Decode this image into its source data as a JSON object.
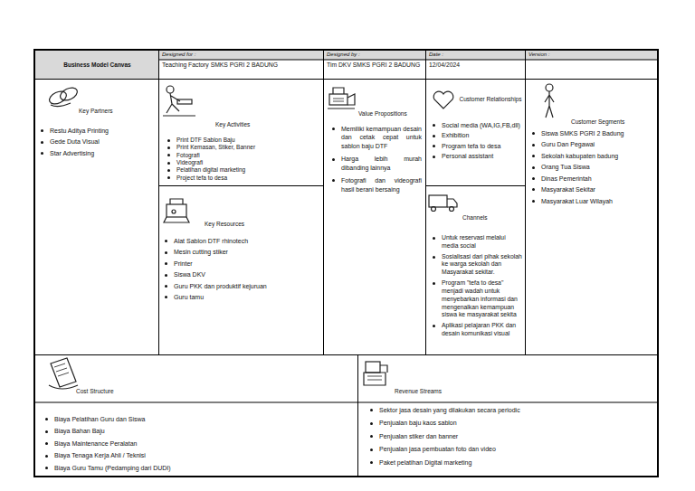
{
  "diagram": {
    "nodes": [
      {
        "text": [
          "Business Model Canvas"
        ]
      },
      {
        "text": [
          "Designed for :",
          "Teaching Factory SMKS PGRI 2 BADUNG"
        ]
      },
      {
        "text": [
          "Designed by :",
          "Tim DKV SMKS PGRI 2 BADUNG"
        ]
      },
      {
        "text": [
          "Date :",
          "12/04/2024"
        ]
      },
      {
        "text": [
          "Version :"
        ]
      },
      {
        "text": [
          "Key Partners",
          "Restu Aditya Printing",
          "Gede Duta Visual",
          "Star Advertising"
        ]
      },
      {
        "text": [
          "Key Activities",
          "Print DTF Sablon Baju",
          "Print Kemasan, Stiker, Banner",
          "Fotografi",
          "Videografi",
          "Pelatihan digital marketing",
          "Project tefa to desa"
        ]
      },
      {
        "text": [
          "Key Resources",
          "Alat Sablon DTF rhinotech",
          "Mesin cutting stiker",
          "Printer",
          "Siswa DKV",
          "Guru PKK dan produktif kejuruan",
          "Guru tamu"
        ]
      },
      {
        "text": [
          "Value Propositions",
          "Memiliki kemampuan desain dan cetak cepat untuk sablon baju DTF",
          "Harga lebih murah dibanding lainnya",
          "Fotografi dan videografi hasil berani bersaing"
        ]
      },
      {
        "text": [
          "Customer Relationships",
          "Social media (WA,IG,FB,dll)",
          "Exhibition",
          "Program tefa to desa",
          "Personal assistant"
        ]
      },
      {
        "text": [
          "Channels",
          "Untuk reservasi melalui media social",
          "Sosialisasi dari pihak sekolah ke warga sekolah dan Masyarakat sekitar.",
          "Program \"tefa to desa\" menjadi wadah untuk menyebarkan informasi dan mengenalkan kemampuan siswa ke masyarakat sekita",
          "Aplikasi pelajaran PKK dan desain komunikasi visual"
        ]
      },
      {
        "text": [
          "Customer Segments",
          "Siswa SMKS PGRI 2 Badung",
          "Guru Dan Pegawai",
          "Sekolah kabupaten badung",
          "Orang Tua Siswa",
          "Dinas Pemerintah",
          "Masyarakat Sekitar",
          "Masyarakat Luar Wilayah"
        ]
      },
      {
        "text": [
          "Cost Structure",
          "Biaya Pelatihan Guru dan Siswa",
          "Biaya Bahan Baju",
          "Biaya Maintenance Peralatan",
          "Biaya Tenaga Kerja Ahli / Teknisi",
          "Biaya Guru Tamu (Pedamping dari DUDI)"
        ]
      },
      {
        "text": [
          "Revenue Streams",
          "Sektor jasa desain yang dilakukan secara periodic",
          "Penjualan baju kaos sablon",
          "Penjualan stiker dan banner",
          "Penjualan jasa pembuatan foto dan video",
          "Paket pelatihan Digital marketing"
        ]
      }
    ]
  }
}
